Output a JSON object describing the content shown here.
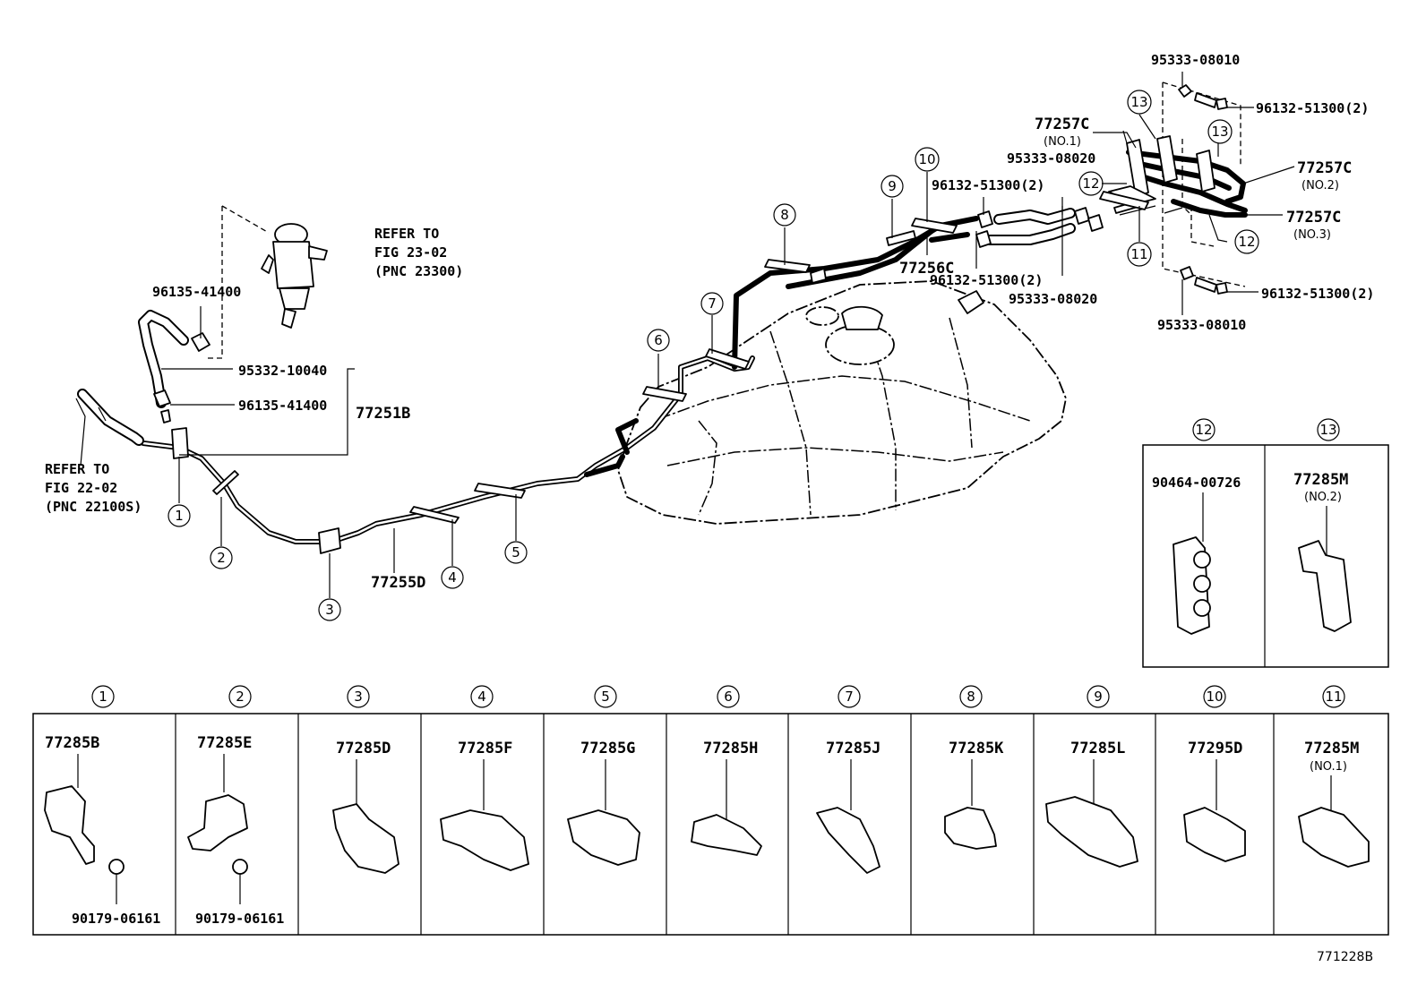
{
  "figure_code": "771228B",
  "refs": {
    "filter": {
      "line1": "REFER TO",
      "line2": "FIG 23-02",
      "line3": "(PNC 23300)"
    },
    "fuel_line": {
      "line1": "REFER TO",
      "line2": "FIG 22-02",
      "line3": "(PNC 22100S)"
    }
  },
  "labels": {
    "l95333_top": "95333-08010",
    "l96132_tr1": "96132-51300(2)",
    "l77257c_1": "77257C",
    "l77257c_1s": "(NO.1)",
    "l95333_08020_a": "95333-08020",
    "l96132_a": "96132-51300(2)",
    "l77257c_2": "77257C",
    "l77257c_2s": "(NO.2)",
    "l77257c_3": "77257C",
    "l77257c_3s": "(NO.3)",
    "l77256c": "77256C",
    "l96132_b": "96132-51300(2)",
    "l95333_08020_b": "95333-08020",
    "l96132_tr2": "96132-51300(2)",
    "l95333_bot": "95333-08010",
    "l96135_a": "96135-41400",
    "l95332": "95332-10040",
    "l96135_b": "96135-41400",
    "l77251b": "77251B",
    "l77255d": "77255D"
  },
  "callouts": {
    "c1": "1",
    "c2": "2",
    "c3": "3",
    "c4": "4",
    "c5": "5",
    "c6": "6",
    "c7": "7",
    "c8": "8",
    "c9": "9",
    "c10": "10",
    "c11": "11",
    "c12": "12",
    "c13": "13",
    "c12b": "12",
    "c13b": "13",
    "c12c": "12"
  },
  "inset": {
    "cells": [
      {
        "num": "12",
        "part": "90464-00726",
        "sub": ""
      },
      {
        "num": "13",
        "part": "77285M",
        "sub": "(NO.2)"
      }
    ]
  },
  "table": {
    "cells": [
      {
        "num": "1",
        "part": "77285B",
        "sub": "",
        "extra": "90179-06161"
      },
      {
        "num": "2",
        "part": "77285E",
        "sub": "",
        "extra": "90179-06161"
      },
      {
        "num": "3",
        "part": "77285D",
        "sub": "",
        "extra": ""
      },
      {
        "num": "4",
        "part": "77285F",
        "sub": "",
        "extra": ""
      },
      {
        "num": "5",
        "part": "77285G",
        "sub": "",
        "extra": ""
      },
      {
        "num": "6",
        "part": "77285H",
        "sub": "",
        "extra": ""
      },
      {
        "num": "7",
        "part": "77285J",
        "sub": "",
        "extra": ""
      },
      {
        "num": "8",
        "part": "77285K",
        "sub": "",
        "extra": ""
      },
      {
        "num": "9",
        "part": "77285L",
        "sub": "",
        "extra": ""
      },
      {
        "num": "10",
        "part": "77295D",
        "sub": "",
        "extra": ""
      },
      {
        "num": "11",
        "part": "77285M",
        "sub": "(NO.1)",
        "extra": ""
      }
    ]
  }
}
